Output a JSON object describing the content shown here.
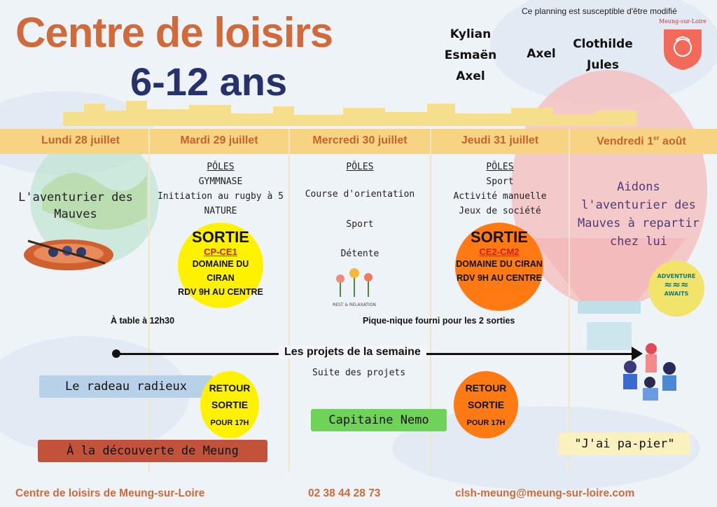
{
  "header": {
    "title": "Centre de loisirs",
    "age": "6-12 ans",
    "notice": "Ce planning est susceptible d'être modifié",
    "names_group_1": [
      "Kylian",
      "Esmaën",
      "Axel"
    ],
    "names_group_2": [
      "Axel"
    ],
    "names_group_3": [
      "Clothilde",
      "Jules"
    ],
    "logo_text": "Meung-sur-Loire"
  },
  "days": {
    "mon": "Lundi 28 juillet",
    "tue": "Mardi 29 juillet",
    "wed": "Mercredi 30 juillet",
    "thu": "Jeudi 31 juillet",
    "fri_prefix": "Vendredi 1",
    "fri_sup": "er",
    "fri_suffix": " août"
  },
  "monday": {
    "theme": "L'aventurier des Mauves"
  },
  "tuesday": {
    "poles_label": "PÔLES",
    "activities": [
      "GYMMNASE",
      "Initiation au rugby à 5",
      "NATURE"
    ],
    "sortie": {
      "title": "SORTIE",
      "level": "CP-CE1",
      "place": "DOMAINE DU CIRAN",
      "rdv": "RDV 9H AU CENTRE"
    }
  },
  "wednesday": {
    "poles_label": "PÔLES",
    "activities": [
      "Course d'orientation",
      "Sport",
      "Détente"
    ],
    "relax_badge": "REST & RELAXATION"
  },
  "thursday": {
    "poles_label": "PÔLES",
    "activities": [
      "Sport",
      "Activité manuelle",
      "Jeux de société"
    ],
    "sortie": {
      "title": "SORTIE",
      "level": "CE2-CM2",
      "place": "DOMAINE DU CIRAN",
      "rdv": "RDV 9H AU CENTRE"
    }
  },
  "friday": {
    "theme_lines": [
      "Aidons",
      "l'aventurier des",
      "Mauves à repartir",
      "chez lui"
    ],
    "badge_top": "ADVENTURE",
    "badge_bottom": "AWAITS"
  },
  "lunch": {
    "table": "À table à 12h30",
    "picnic": "Pique-nique fourni pour les 2 sorties"
  },
  "projects": {
    "label": "Les projets de la semaine",
    "suite": "Suite des projets",
    "radeau": "Le radeau radieux",
    "decouverte": "À la découverte de Meung",
    "nemo": "Capitaine Nemo",
    "papier": "\"J'ai pa-pier\""
  },
  "retour": {
    "line1": "RETOUR",
    "line2": "SORTIE",
    "line3": "POUR 17H"
  },
  "footer": {
    "name": "Centre de loisirs de Meung-sur-Loire",
    "phone": "02 38 44 28 73",
    "email": "clsh-meung@meung-sur-loire.com"
  },
  "colors": {
    "title_orange": "#d06a3a",
    "age_navy": "#27316b",
    "day_bar": "#f7d483",
    "sortie_yellow": "#fff200",
    "sortie_orange": "#ff7a12",
    "banner_blue": "#b7d1e8",
    "banner_brown": "#c2533a",
    "banner_green": "#6fd35a",
    "banner_cream": "#faf1bf"
  }
}
